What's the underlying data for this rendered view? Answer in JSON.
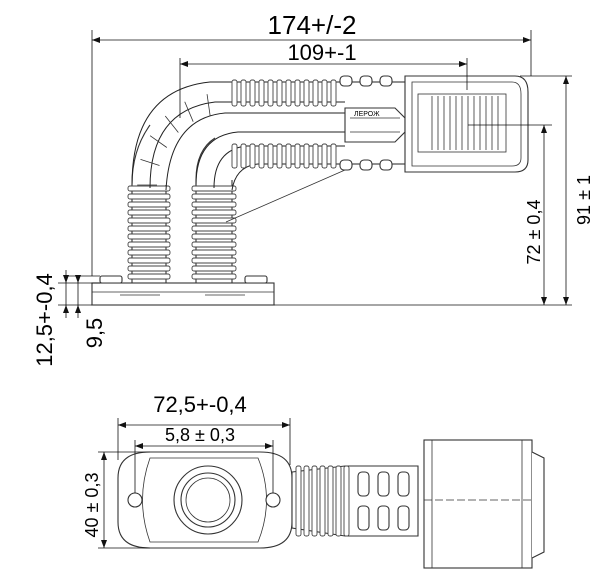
{
  "dimensions": {
    "overall_length": "174+/-2",
    "arm_length": "109+-1",
    "lamp_center_height": "72 ± 0,4",
    "total_height": "91 ± 1",
    "base_height": "12,5+-0,4",
    "base_thickness": "9,5",
    "base_length": "72,5+-0,4",
    "hole_offset": "5,8 ± 0,3",
    "base_width": "40 ± 0,3"
  },
  "brand_mark": "ЛЕРОЖ"
}
